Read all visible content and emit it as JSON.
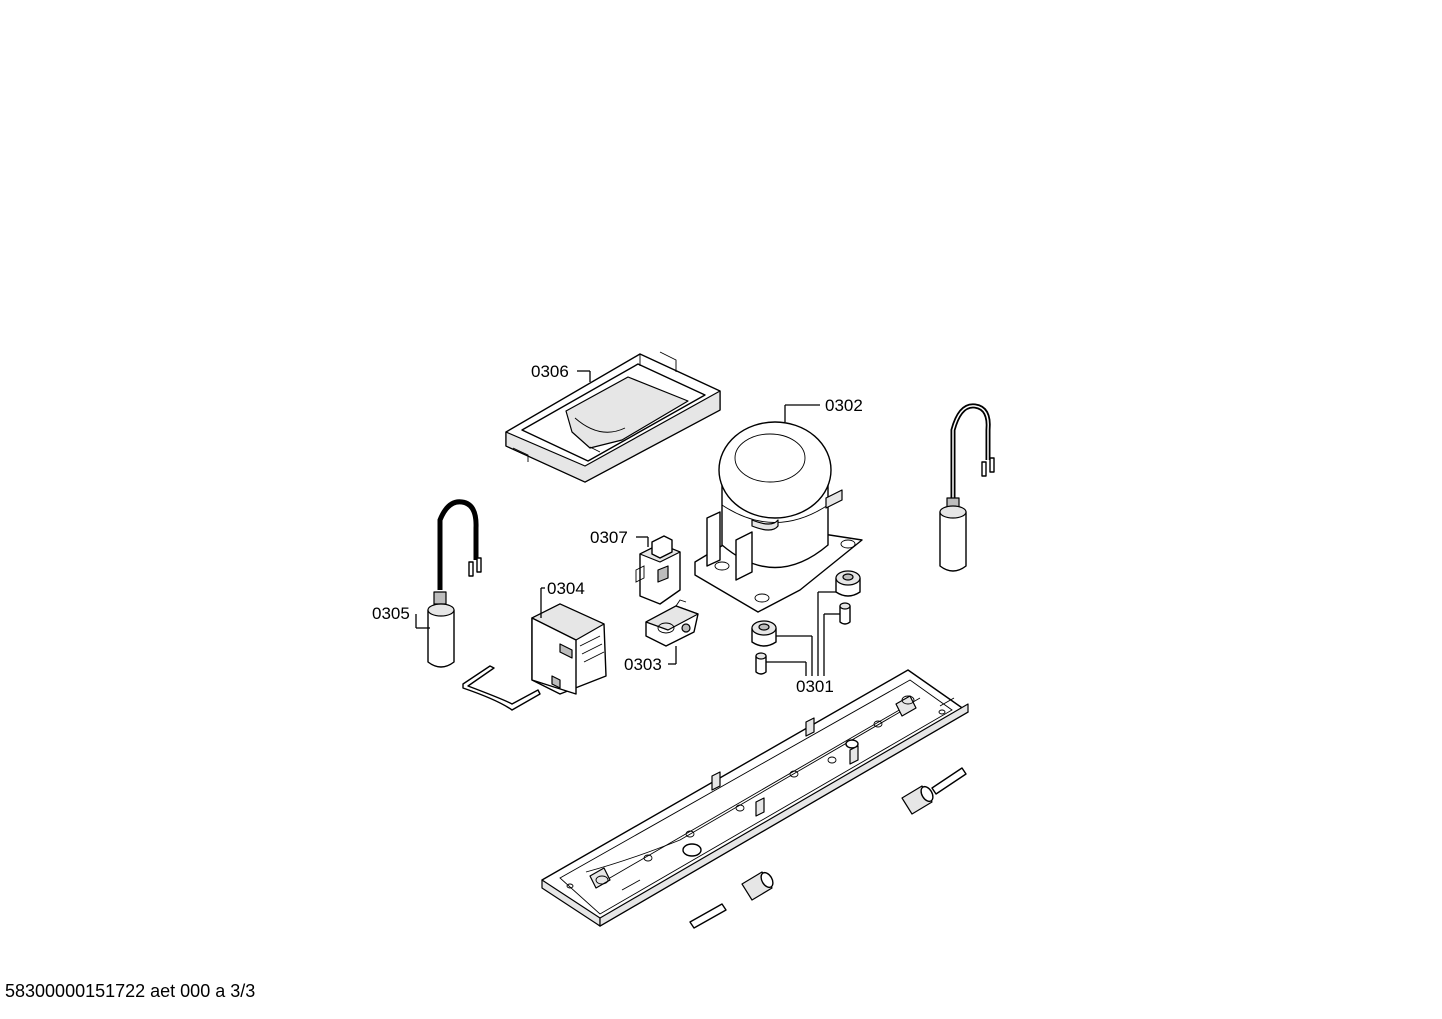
{
  "labels": {
    "p0306": "0306",
    "p0302": "0302",
    "p0307": "0307",
    "p0304": "0304",
    "p0305": "0305",
    "p0303": "0303",
    "p0301": "0301"
  },
  "footer": "58300000151722 aet 000 a 3/3"
}
